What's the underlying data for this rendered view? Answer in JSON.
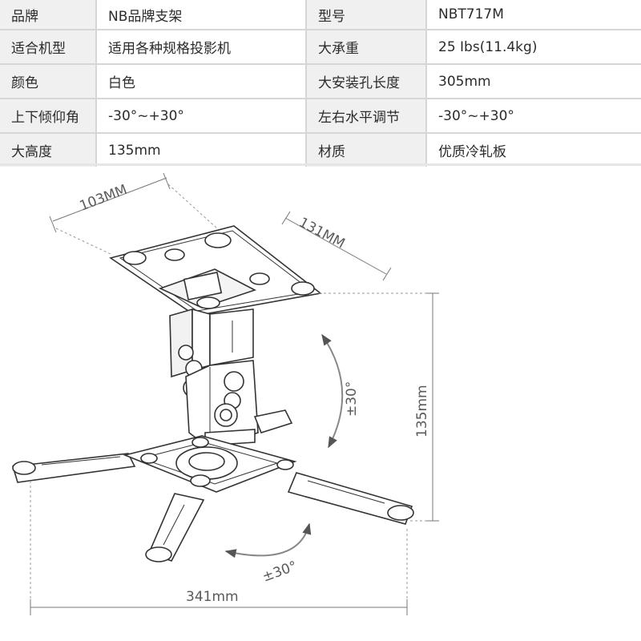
{
  "spec_table": {
    "rows": [
      {
        "label1": "品牌",
        "value1": "NB品牌支架",
        "label2": "型号",
        "value2": "NBT717M"
      },
      {
        "label1": "适合机型",
        "value1": "适用各种规格投影机",
        "label2": "大承重",
        "value2": "25 Ibs(11.4kg)"
      },
      {
        "label1": "颜色",
        "value1": "白色",
        "label2": "大安装孔长度",
        "value2": "305mm"
      },
      {
        "label1": "上下倾仰角",
        "value1": "-30°~+30°",
        "label2": "左右水平调节",
        "value2": "-30°~+30°"
      },
      {
        "label1": "大高度",
        "value1": "135mm",
        "label2": "材质",
        "value2": "优质冷轧板"
      }
    ]
  },
  "drawing": {
    "dim_top_width": "103MM",
    "dim_top_depth": "131MM",
    "dim_height": "135mm",
    "dim_tilt": "±30°",
    "dim_swivel": "±30°",
    "dim_base_width": "341mm"
  }
}
